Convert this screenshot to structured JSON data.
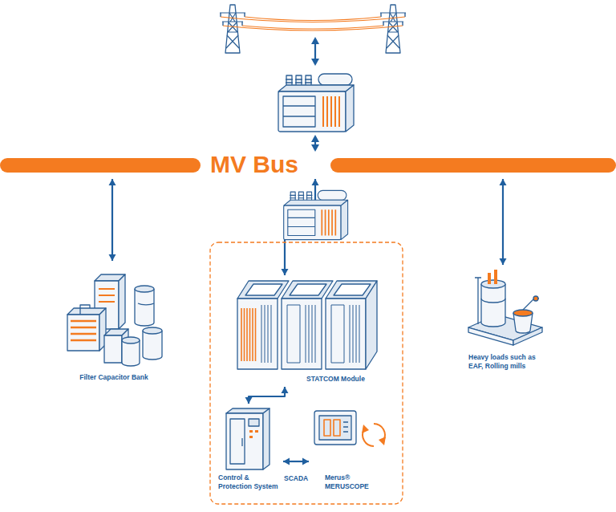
{
  "diagram": {
    "nodes": [
      {
        "text": [
          "MV Bus"
        ]
      },
      {
        "text": [
          "Filter Capacitor Bank"
        ]
      },
      {
        "text": [
          "Heavy loads such as EAF, Rolling mills"
        ]
      },
      {
        "text": [
          "STATCOM Module"
        ]
      },
      {
        "text": [
          "Control & Protection System"
        ]
      },
      {
        "text": [
          "Merus® MERUSCOPE"
        ]
      }
    ],
    "edges": [
      {
        "from": 0,
        "to": 1,
        "arrow": "both"
      },
      {
        "from": 0,
        "to": 3,
        "arrow": "both"
      },
      {
        "from": 0,
        "to": 2,
        "arrow": "both"
      },
      {
        "from": 3,
        "to": 4,
        "arrow": "both"
      },
      {
        "from": 4,
        "to": 5,
        "arrow": "both",
        "label": "SCADA"
      }
    ]
  }
}
